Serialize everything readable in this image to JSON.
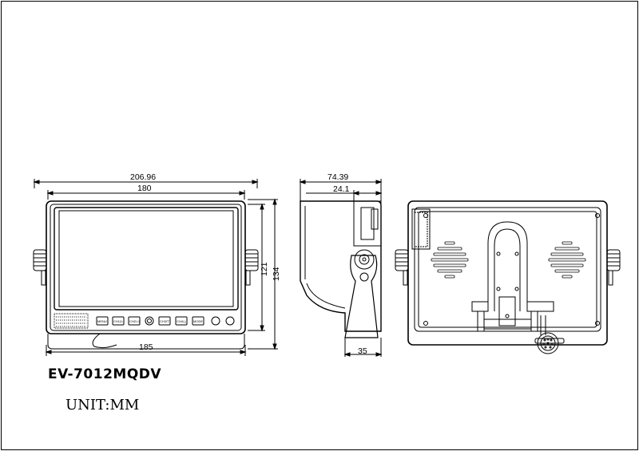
{
  "title": "EV-7012MQDV",
  "unit_label": "UNIT:MM",
  "dimensions": {
    "front_overall_width": "206.96",
    "front_screen_width": "180",
    "front_bottom_width": "185",
    "front_inner_height": "121",
    "front_overall_height": "134",
    "side_overall_depth": "74.39",
    "side_top_depth": "24.1",
    "side_base_width": "35"
  },
  "buttons": [
    "MENU",
    "CH1/▷",
    "CH2/◁",
    "CH3/▽",
    "CH4/△",
    "MODE"
  ]
}
